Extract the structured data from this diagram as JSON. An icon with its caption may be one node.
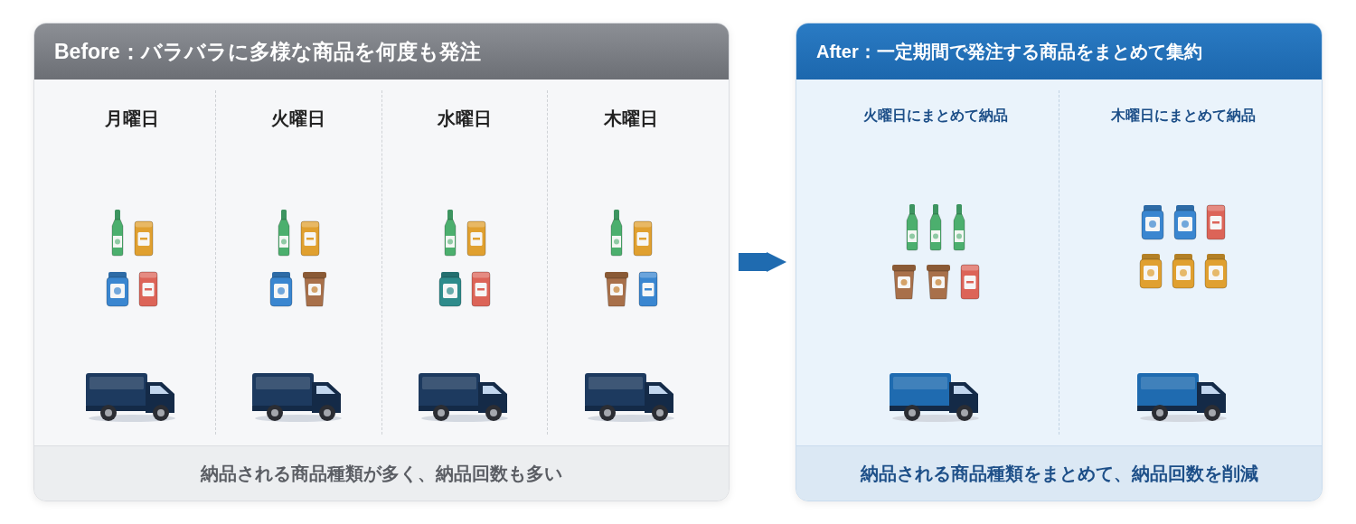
{
  "diagram": {
    "nodes": [
      {
        "text": [
          "Before：バラバラに多様な商品を何度も発注",
          "納品される商品種類が多く、納品回数も多い"
        ]
      },
      {
        "text": [
          "After：一定期間で発注する商品をまとめて集約",
          "納品される商品種類をまとめて、納品回数を削減"
        ]
      }
    ],
    "edges": [
      {
        "from": 0,
        "to": 1,
        "arrow": "to"
      }
    ],
    "labels": [
      "月曜日",
      "火曜日",
      "水曜日",
      "木曜日",
      "火曜日にまとめて納品",
      "木曜日にまとめて納品"
    ]
  }
}
